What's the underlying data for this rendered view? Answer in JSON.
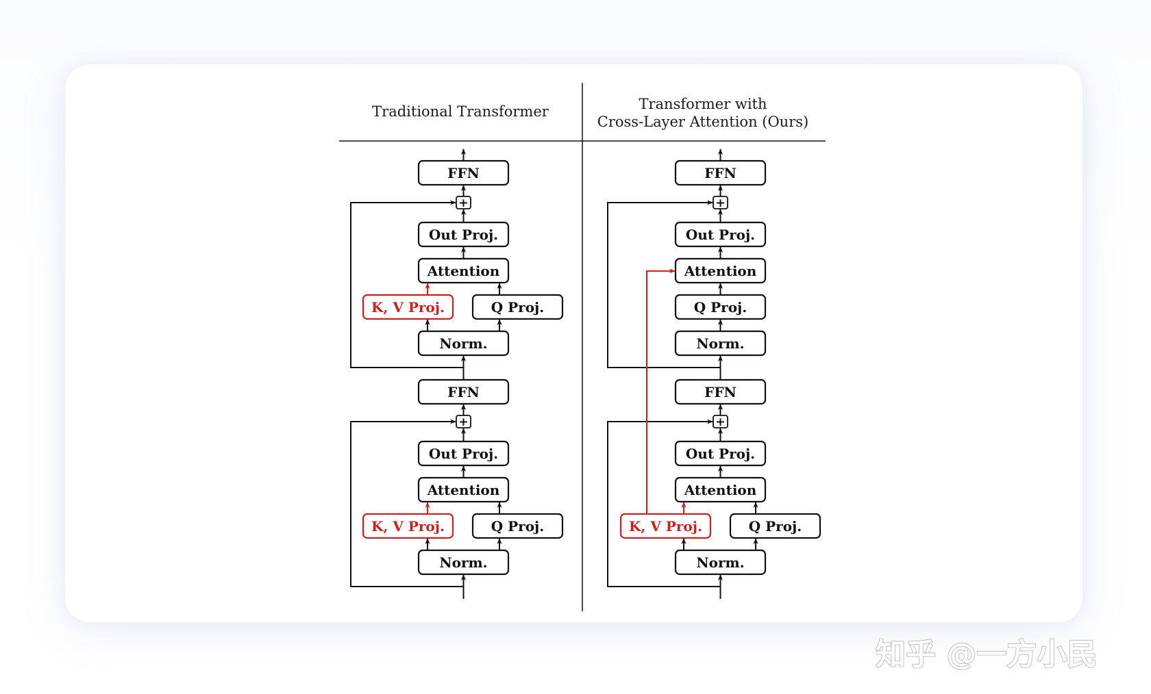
{
  "diagram": {
    "left_title": "Traditional Transformer",
    "right_title_line1": "Transformer with",
    "right_title_line2": "Cross-Layer Attention (Ours)",
    "blocks": {
      "ffn": "FFN",
      "out_proj": "Out Proj.",
      "attention": "Attention",
      "kv_proj": "K, V Proj.",
      "q_proj": "Q Proj.",
      "norm": "Norm."
    },
    "plus_symbol": "+",
    "colors": {
      "black": "#111111",
      "red": "#cc1f1f"
    }
  },
  "watermark": {
    "text": "知乎 @一方小民"
  }
}
